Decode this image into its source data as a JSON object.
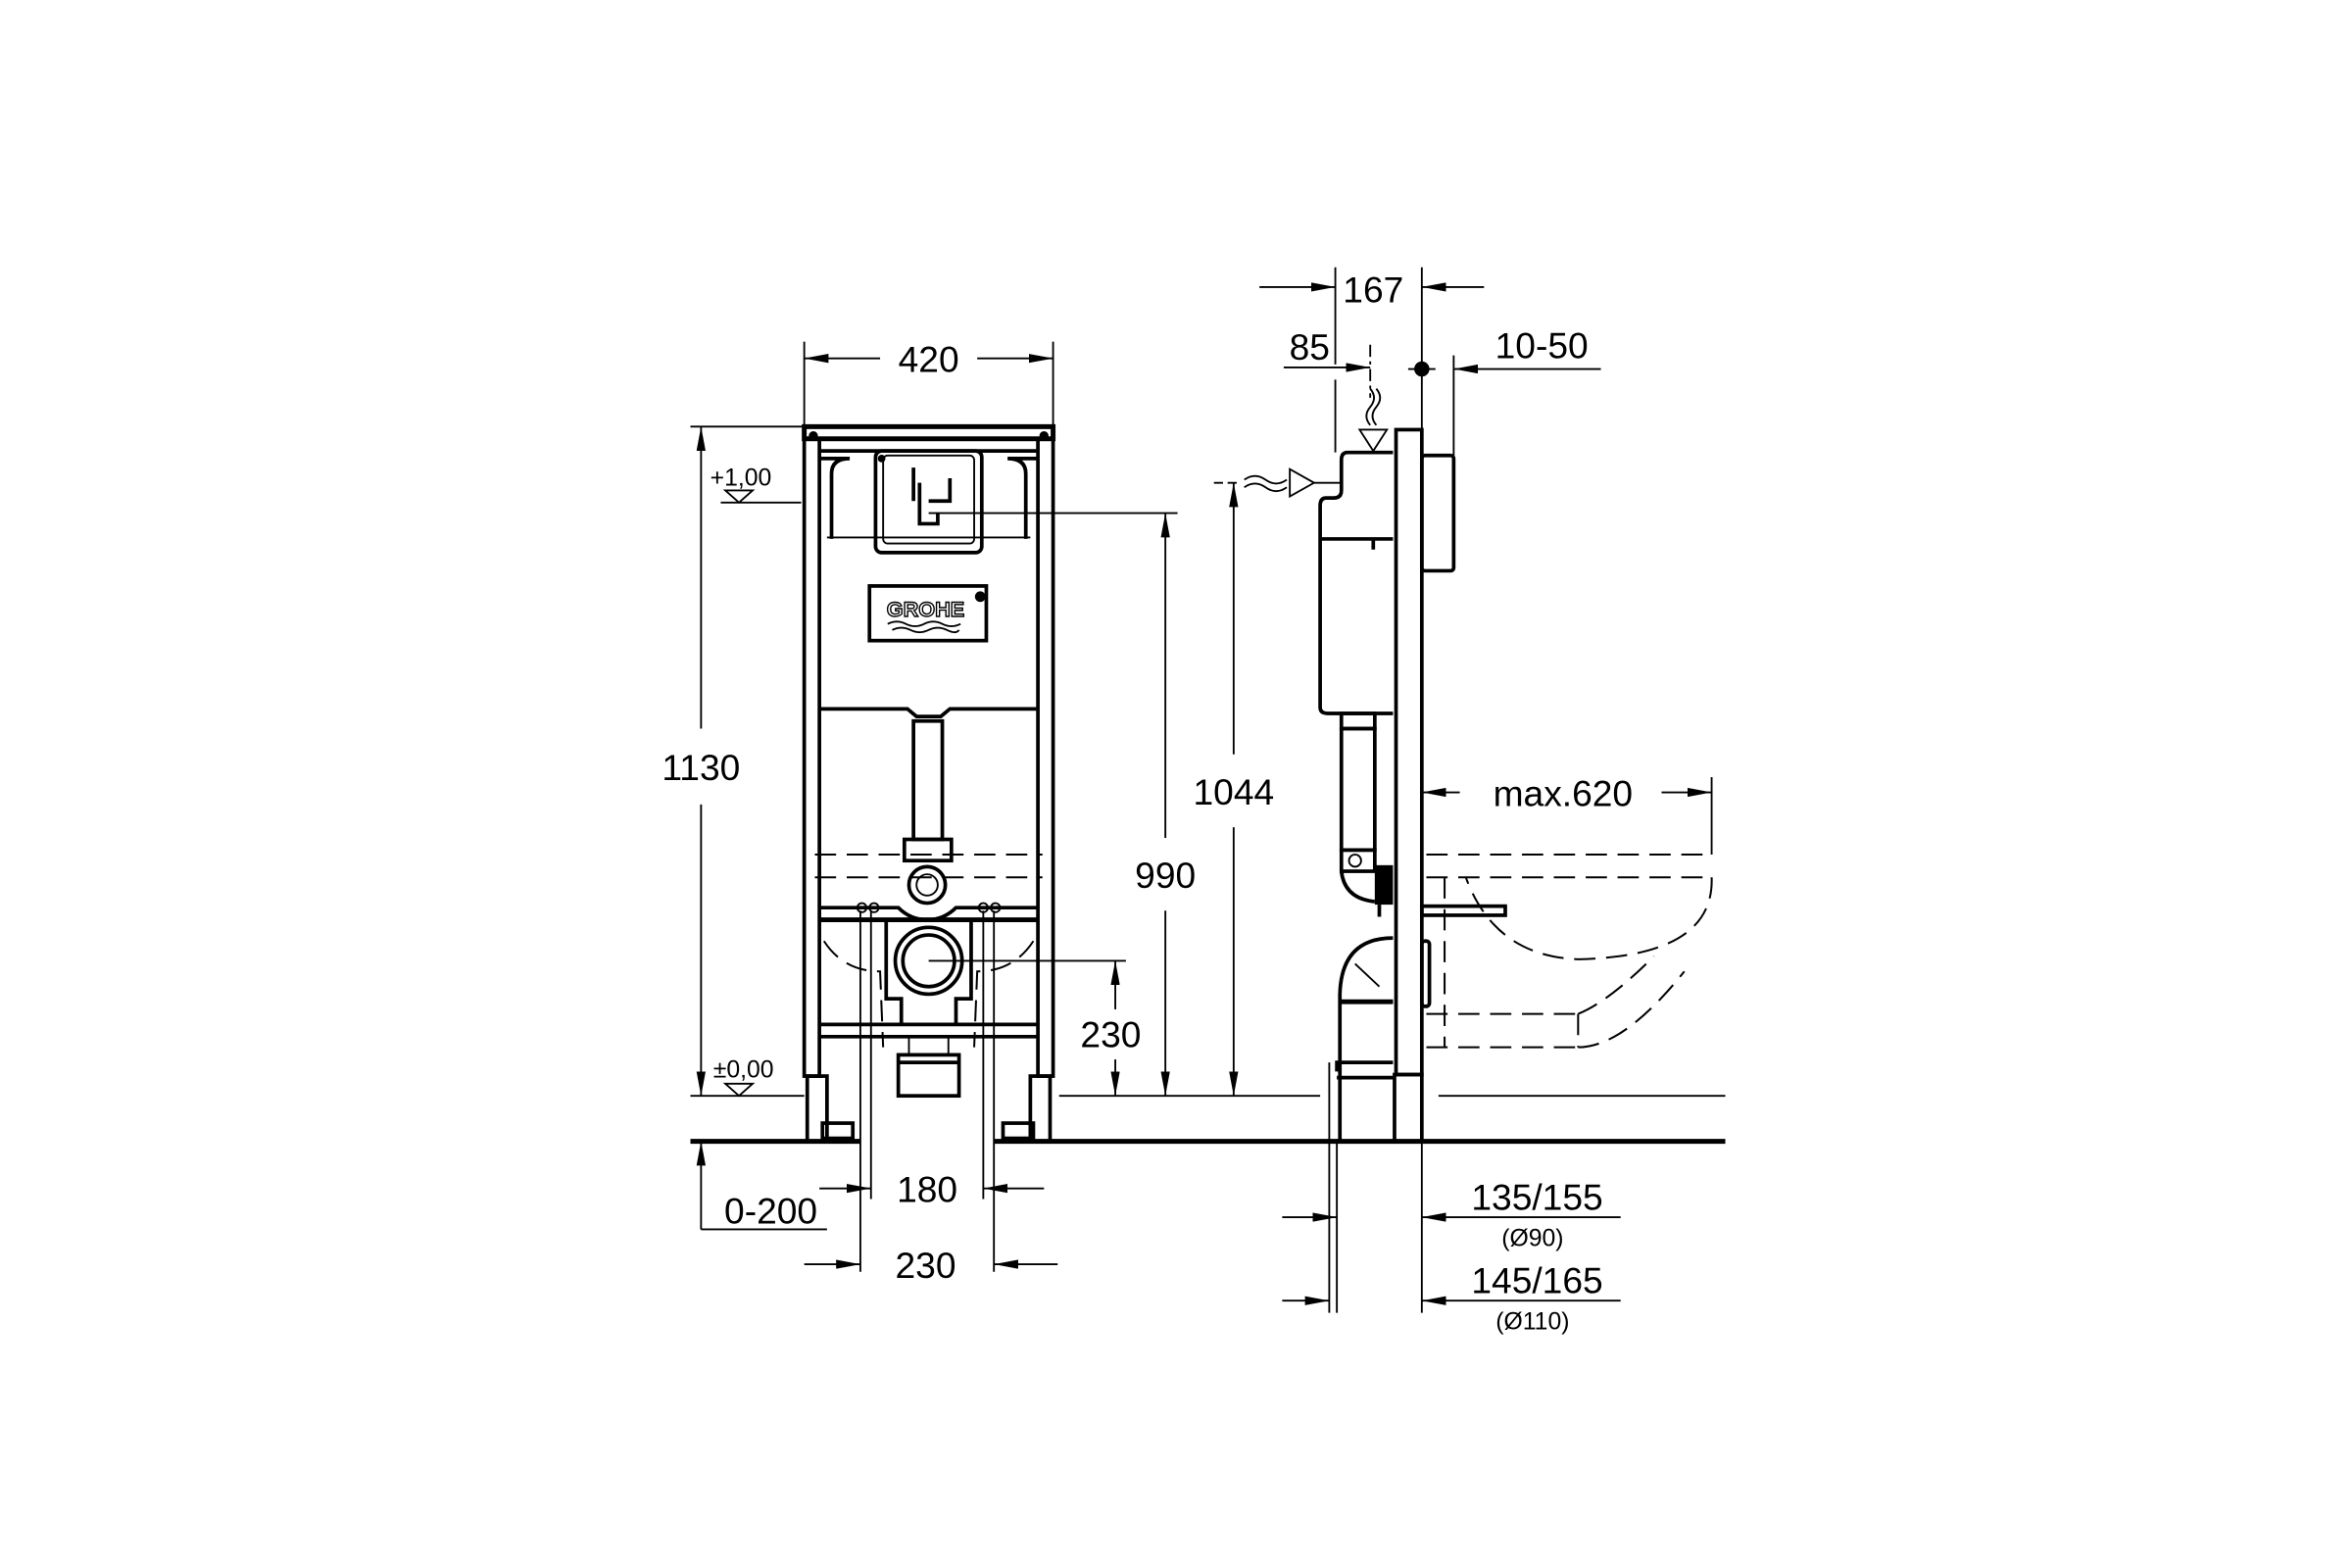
{
  "drawing": {
    "front_view": {
      "width": "420",
      "height_total": "1130",
      "level_top": "+1,00",
      "level_zero": "±0,00",
      "actuator_height": "990",
      "drain_height": "230",
      "leg_adjust": "0-200",
      "foot_spacing_inner": "180",
      "foot_spacing_outer": "230",
      "logo": "GROHE"
    },
    "side_view": {
      "depth": "167",
      "inlet_offset": "85",
      "wall_finish": "10-50",
      "inlet_height": "1044",
      "max_projection": "max.620",
      "drain_depth_90": "135/155",
      "drain_dia_90": "(Ø90)",
      "drain_depth_110": "145/165",
      "drain_dia_110": "(Ø110)"
    }
  }
}
